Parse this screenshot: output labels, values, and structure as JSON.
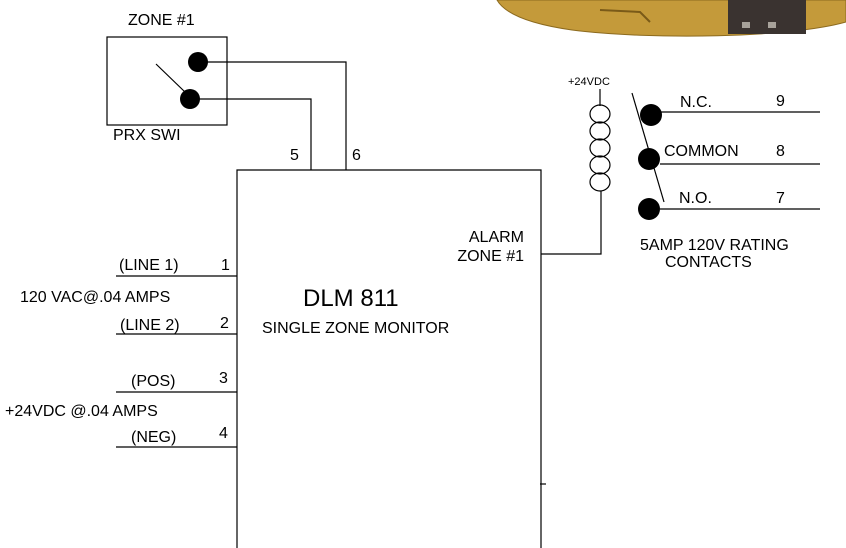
{
  "colors": {
    "ink": "#000000",
    "background": "#ffffff",
    "photo_fill": "#c49a3a",
    "photo_edge": "#8c6a1e",
    "photo_chip": "#3a3330"
  },
  "zone_switch": {
    "zone_label": "ZONE #1",
    "switch_label": "PRX SWI"
  },
  "module": {
    "model": "DLM 811",
    "description": "SINGLE ZONE MONITOR",
    "alarm_label_line1": "ALARM",
    "alarm_label_line2": "ZONE #1",
    "top_terminals": [
      "5",
      "6"
    ]
  },
  "power_inputs": {
    "line1_label": "(LINE 1)",
    "line1_terminal": "1",
    "ac_rating": "120 VAC@.04 AMPS",
    "line2_label": "(LINE 2)",
    "line2_terminal": "2",
    "pos_label": "(POS)",
    "pos_terminal": "3",
    "dc_rating": "+24VDC @.04 AMPS",
    "neg_label": "(NEG)",
    "neg_terminal": "4"
  },
  "relay": {
    "coil_voltage": "+24VDC",
    "contacts": [
      {
        "label": "N.C.",
        "terminal": "9"
      },
      {
        "label": "COMMON",
        "terminal": "8"
      },
      {
        "label": "N.O.",
        "terminal": "7"
      }
    ],
    "rating_line1": "5AMP 120V RATING",
    "rating_line2": "CONTACTS"
  }
}
